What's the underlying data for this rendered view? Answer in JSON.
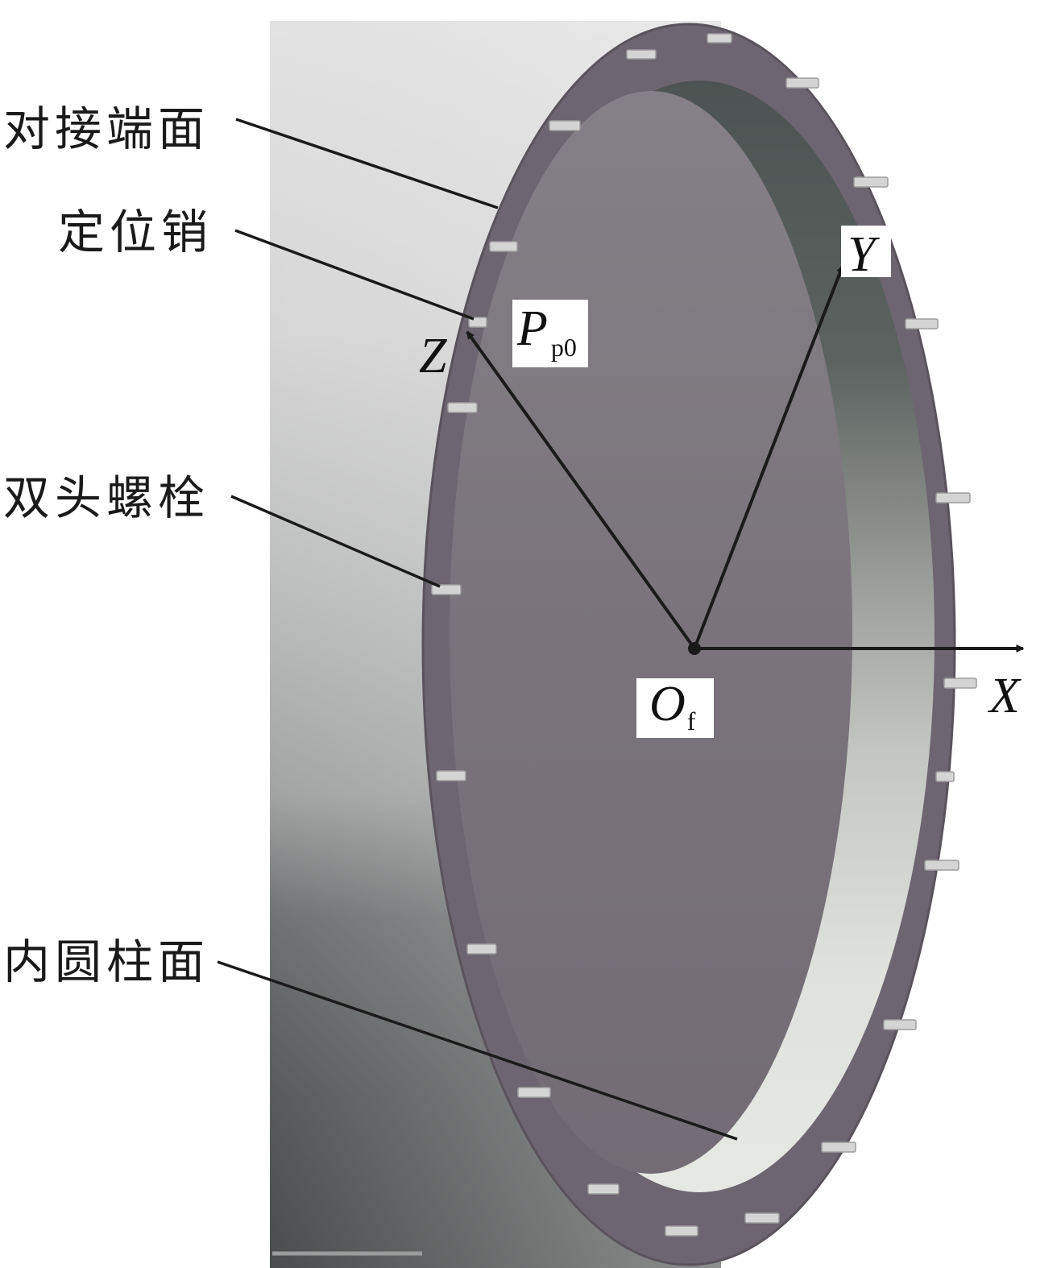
{
  "labels": {
    "docking_face": "对接端面",
    "locating_pin": "定位销",
    "stud_bolt": "双头螺栓",
    "inner_cylinder": "内圆柱面"
  },
  "axes": {
    "x": "X",
    "y": "Y",
    "z": "Z",
    "origin_main": "O",
    "origin_sub": "f",
    "point_main": "P",
    "point_sub": "p0"
  },
  "colors": {
    "body_light": "#dcdcdc",
    "body_dark": "#4a4c4c",
    "flange": "#6e6670",
    "face": "#7b737c",
    "inner_wall_dark": "#4f5554",
    "inner_wall_light": "#e4e6e2",
    "bolt": "#d2d2d2"
  },
  "icons": {
    "origin_dot": "filled-circle",
    "arrowheads": "triangle-arrow"
  }
}
